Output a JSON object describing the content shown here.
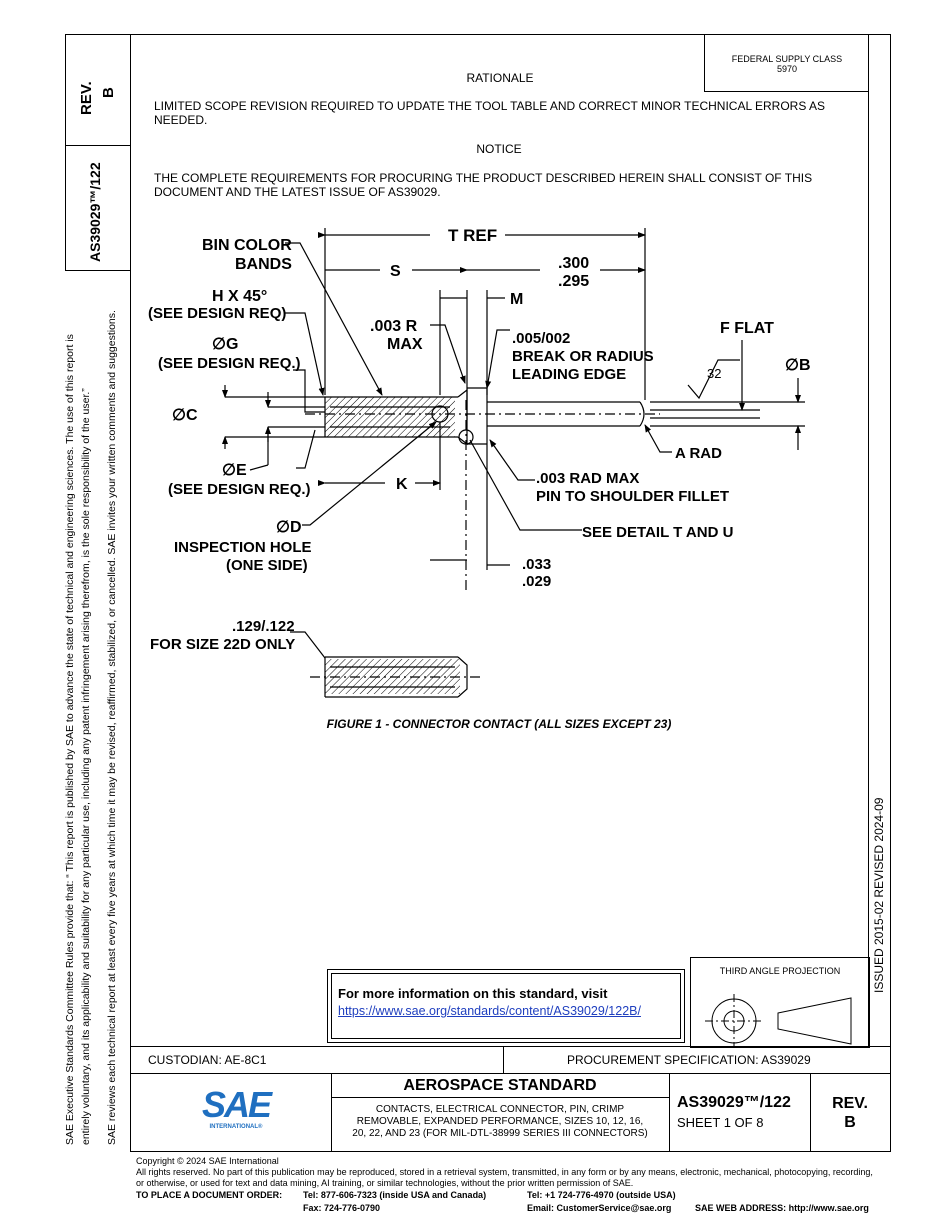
{
  "side_tab": {
    "rev_label": "REV.",
    "rev_value": "B",
    "doc_number": "AS39029™/122"
  },
  "side_notice": {
    "line1": "SAE Executive Standards Committee Rules provide that: “  This report is published by SAE to advance the state of technical and engineering sciences. The use of this report is",
    "line2": "entirely voluntary, and its applicability and suitability for any particular use, including any patent infringement arising therefrom, is the sole responsibility of the user.”",
    "line3": "SAE reviews each technical report at least every five years at which time it may be revised, reaffirmed, stabilized, or cancelled. SAE invites your written comments and suggestions."
  },
  "issue_strip": "ISSUED 2015-02    REVISED 2024-09",
  "federal_supply": {
    "line1": "FEDERAL SUPPLY CLASS",
    "line2": "5970"
  },
  "rationale": {
    "heading": "RATIONALE",
    "text": "LIMITED SCOPE REVISION REQUIRED TO UPDATE THE TOOL TABLE AND CORRECT MINOR TECHNICAL ERRORS AS NEEDED."
  },
  "notice": {
    "heading": "NOTICE",
    "text": "THE COMPLETE REQUIREMENTS FOR PROCURING THE PRODUCT DESCRIBED HEREIN SHALL CONSIST OF THIS DOCUMENT AND THE LATEST ISSUE OF AS39029."
  },
  "drawing": {
    "t_ref": "T  REF",
    "bin_color_1": "BIN  COLOR",
    "bin_color_2": "BANDS",
    "h45_1": "H  X  45°",
    "h45_2": "(SEE  DESIGN  REQ)",
    "s": "S",
    "dim300": ".300",
    "dim295": ".295",
    "m": "M",
    "r003_1": ".003  R",
    "r003_2": "MAX",
    "g_1": "∅G",
    "g_2": "(SEE  DESIGN  REQ.)",
    "break_1": ".005/002",
    "break_2": "BREAK  OR  RADIUS",
    "break_3": "LEADING  EDGE",
    "fflat": "F  FLAT",
    "finish": "32",
    "b": "∅B",
    "c": "∅C",
    "arad": "A  RAD",
    "e_1": "∅E",
    "e_2": "(SEE  DESIGN  REQ.)",
    "k": "K",
    "pin_1": ".003  RAD  MAX",
    "pin_2": "PIN  TO  SHOULDER  FILLET",
    "d_1": "∅D",
    "d_2": "INSPECTION  HOLE",
    "d_3": "(ONE  SIDE)",
    "detail": "SEE  DETAIL  T  AND  U",
    "dim033": ".033",
    "dim029": ".029",
    "dim129": ".129/.122",
    "size22": "FOR  SIZE  22D  ONLY"
  },
  "figure_caption": "FIGURE 1 - CONNECTOR CONTACT (ALL SIZES EXCEPT 23)",
  "info_box": {
    "heading": "For more information on this standard, visit",
    "url": "https://www.sae.org/standards/content/AS39029/122B/"
  },
  "third_angle": "THIRD ANGLE PROJECTION",
  "custodian": "CUSTODIAN: AE-8C1",
  "procurement": "PROCUREMENT SPECIFICATION: AS39029",
  "logo": {
    "letters": "SAE",
    "sub": "INTERNATIONAL®"
  },
  "title_block": {
    "heading": "AEROSPACE STANDARD",
    "desc1": "CONTACTS, ELECTRICAL CONNECTOR, PIN, CRIMP",
    "desc2": "REMOVABLE, EXPANDED PERFORMANCE, SIZES 10, 12, 16,",
    "desc3": "20, 22, AND 23 (FOR MIL-DTL-38999 SERIES III CONNECTORS)",
    "doc_number": "AS39029™/122",
    "sheet": "SHEET 1 OF 8",
    "rev_label": "REV.",
    "rev_value": "B"
  },
  "footer": {
    "copyright": "Copyright © 2024 SAE International",
    "rights1": "All rights reserved. No part of this publication may be reproduced, stored in a retrieval system, transmitted, in any form or by any means, electronic, mechanical, photocopying, recording,",
    "rights2": "or otherwise, or used for text and data mining, AI training, or similar technologies, without the prior written permission of SAE.",
    "order_label": "TO PLACE A DOCUMENT ORDER:",
    "tel_us": "Tel:  877-606-7323 (inside USA and Canada)",
    "tel_intl": "Tel:  +1 724-776-4970 (outside USA)",
    "fax": "Fax:  724-776-0790",
    "email": "Email: CustomerService@sae.org",
    "web": "SAE WEB ADDRESS: http://www.sae.org"
  },
  "colors": {
    "sae_blue": "#1f6fc0",
    "link": "#1f3fbf"
  }
}
